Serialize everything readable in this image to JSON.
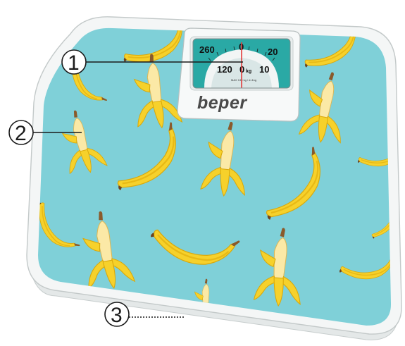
{
  "product": {
    "brand": "beper",
    "pattern": "banana"
  },
  "dial": {
    "numbers": [
      "260",
      "0",
      "20",
      "120",
      "0",
      "10"
    ],
    "unit": "kg",
    "fine_print": "MAX 130 kg / d=1kg",
    "needle_color": "#e23b3b",
    "face_color": "#2aa9a5"
  },
  "callouts": [
    {
      "number": "1"
    },
    {
      "number": "2"
    },
    {
      "number": "3"
    }
  ],
  "colors": {
    "platform_teal": "#7fd0d8",
    "frame_white": "#f4f6f6",
    "banana_yellow": "#f6d12b",
    "banana_shade": "#e8b915",
    "banana_flesh": "#fbe9a6",
    "banana_stem": "#8a5a2b"
  }
}
